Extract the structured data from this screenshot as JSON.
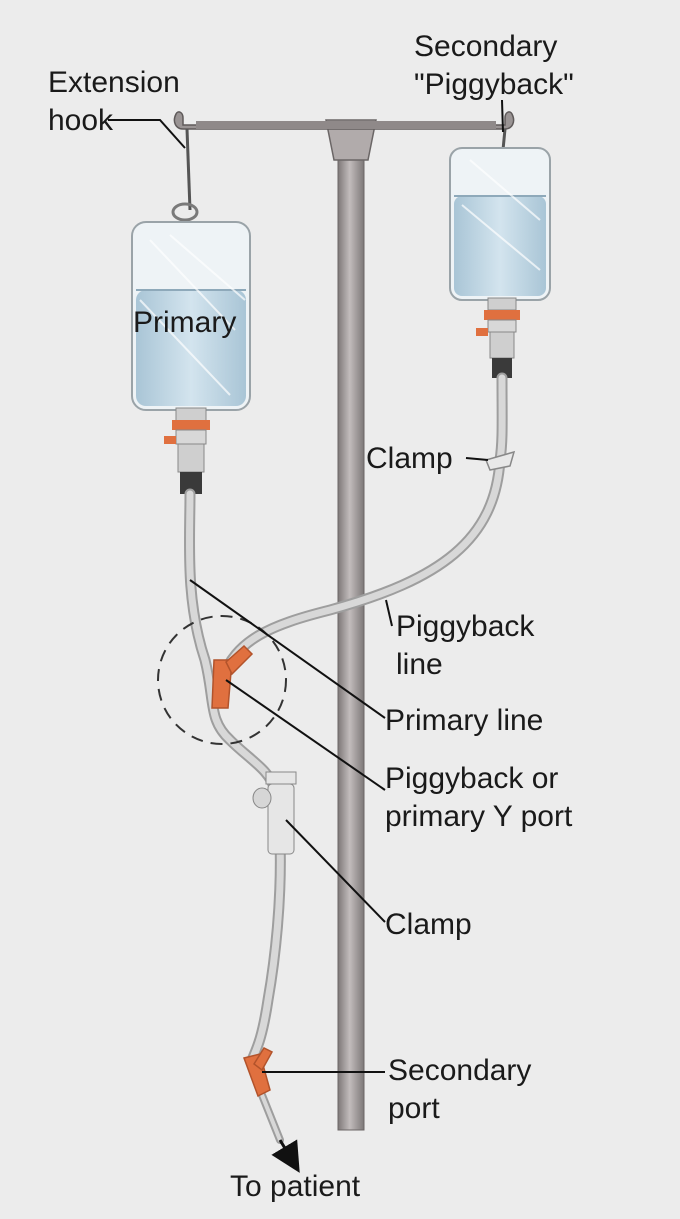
{
  "labels": {
    "extension_hook": [
      "Extension",
      "hook"
    ],
    "secondary_bag": [
      "Secondary",
      "\"Piggyback\""
    ],
    "primary_bag": "Primary",
    "clamp_upper": "Clamp",
    "piggyback_line": [
      "Piggyback",
      "line"
    ],
    "primary_line": "Primary line",
    "y_port": [
      "Piggyback or",
      "primary Y port"
    ],
    "clamp_lower": "Clamp",
    "secondary_port": [
      "Secondary",
      "port"
    ],
    "to_patient": "To patient"
  },
  "colors": {
    "background": "#ececec",
    "pole": "#a29c9c",
    "fluid": "#bcd4e2",
    "tubing": "#c9c9c9",
    "port": "#e0703f",
    "leader": "#111111"
  }
}
